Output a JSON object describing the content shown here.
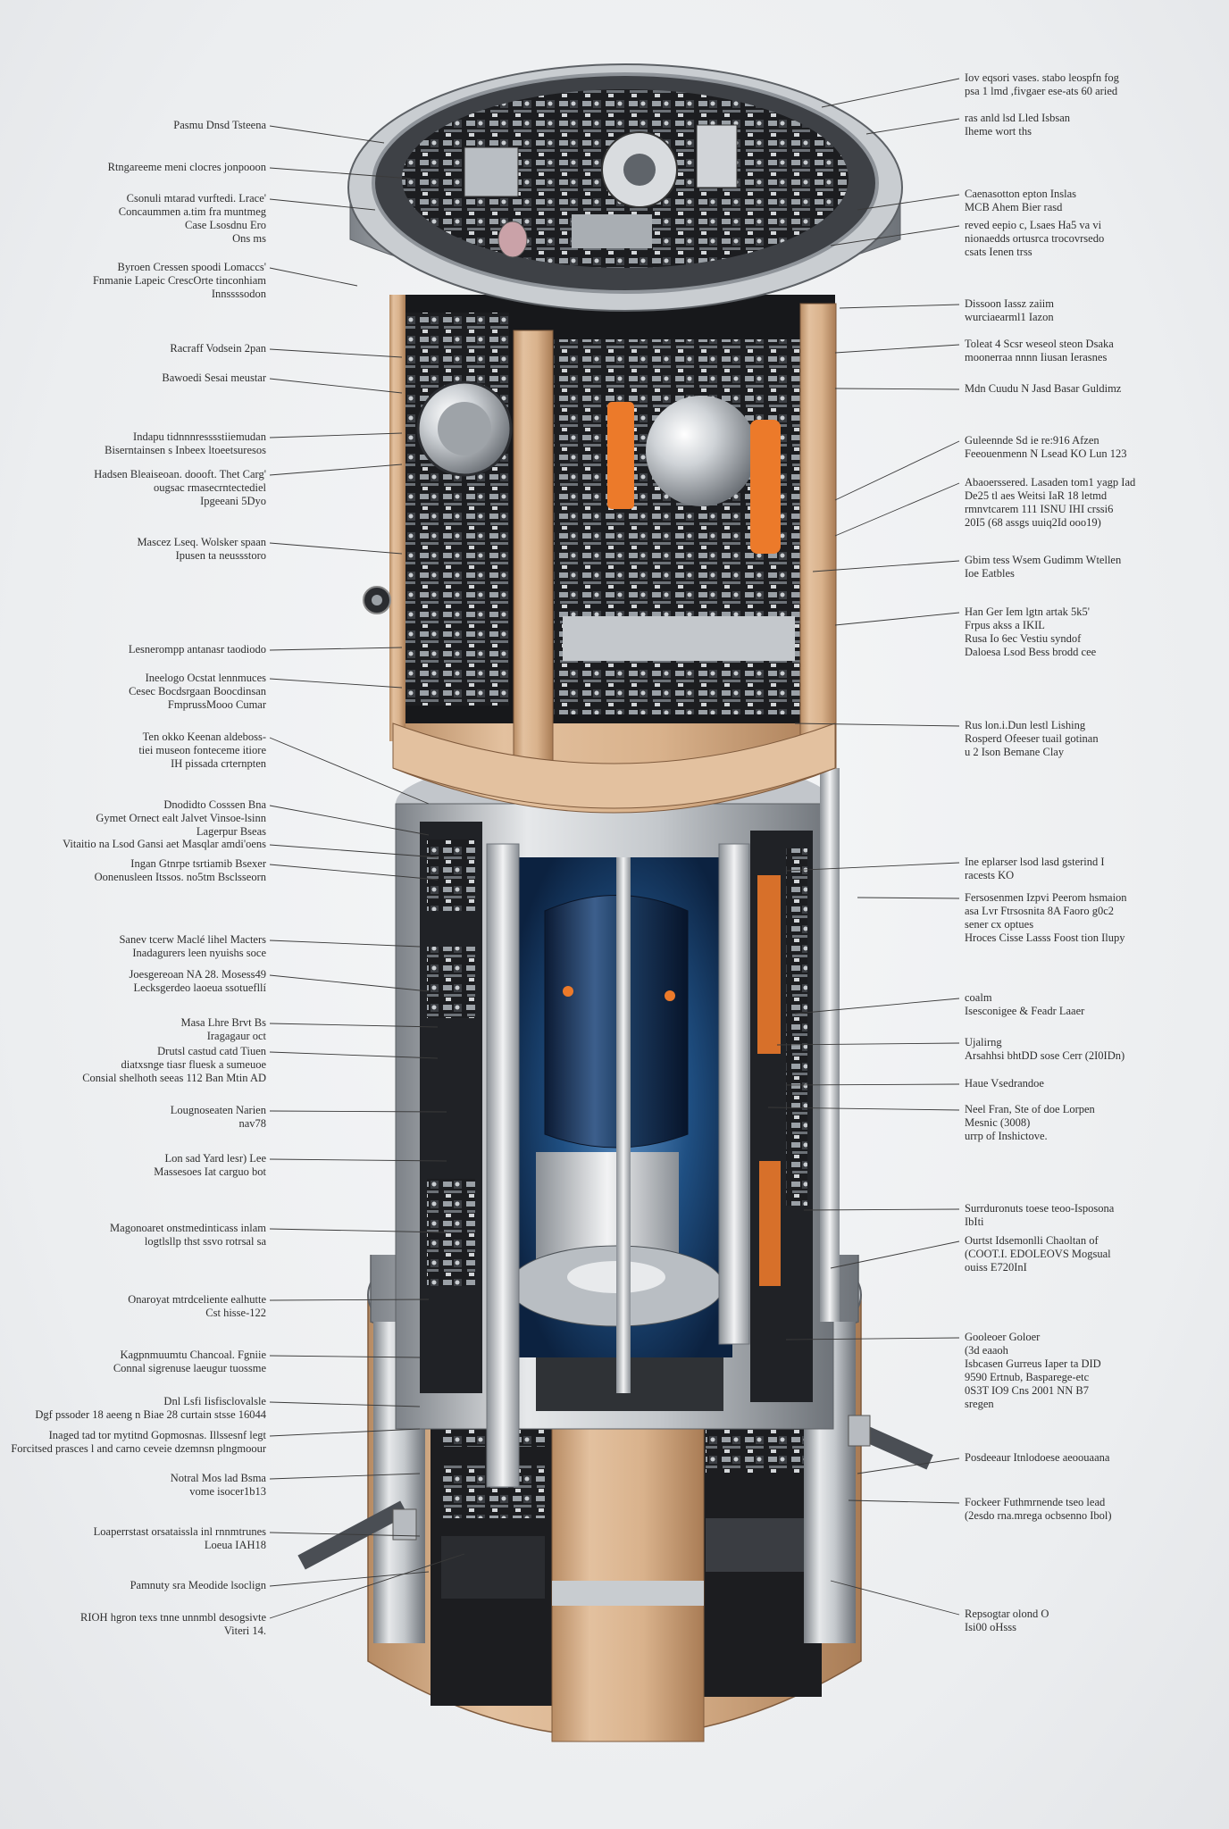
{
  "colors": {
    "background": "#eceef0",
    "wood": "#d9b28c",
    "wood_dark": "#b88c64",
    "metal": "#c4c8cc",
    "metal_dark": "#5d6166",
    "core_blue": "#1d3d63",
    "accent_orange": "#ec7a2a",
    "leader_line": "#3a3a3a"
  },
  "labels_left": [
    "Pasmu Dnsd Tsteena",
    "Rtngareeme meni clocres jonpooon",
    "Csonuli mtarad vurftedi. Lrace'\nConcaummen a.tim fra muntmeg\nCase Lsosdnu Ero\nOns ms",
    "Byroen Cressen spoodi Lomaccs'\nFnmanie Lapeic CrescOrte tinconhiam\nInnssssodon",
    "Racraff Vodsein 2pan",
    "Bawoedi Sesai meustar",
    "Indapu tidnnnresssstiiemudan\nBiserntainsen s Inbeex ltoeetsuresos",
    "Hadsen Bleaiseoan. doooft. Thet Carg'\nougsac rmasecrntectediel\nIpgeeani 5Dyo",
    "Mascez Lseq. Wolsker spaan\nIpusen ta neussstoro",
    "Lesnerompp antanasr taodiodo",
    "Ineelogo Ocstat lennmuces\nCesec Bocdsrgaan Boocdinsan\nFmprussMooo Cumar",
    "Ten okko Keenan aldeboss-\ntiei museon fonteceme itiore\nIH pissada crternpten",
    "Dnodidto Cosssen Bna\nGymet Ornect ealt Jalvet Vinsoe-lsinn\nLagerpur Bseas",
    "Vitaitio na Lsod Gansi aet Masqlar amdi'oens",
    "Ingan Gtnrpe tsrtiamib Bsexer\nOonenusleen Itssos. no5tm Bsclsseorn",
    "Sanev tcerw Maclé lihel Macters\nInadagurers leen nyuishs soce",
    "Joesgereoan NA 28. Mosess49\nLecksgerdeo laoeua ssotuefllí",
    "Masa Lhre Brvt Bs\nIragagaur oct",
    "Drutsl castud catd Tiuen\ndiatxsnge tiasr fluesk a sumeuoe\nConsial shelhoth seeas 112 Ban Mtin AD",
    "Lougnoseaten Narien\nnav78",
    "Lon sad Yard lesr) Lee\nMassesoes Iat carguo bot",
    "Magonoaret onstmedinticass inlam\nlogtlsllp thst ssvo rotrsal sa",
    "Onaroyat mtrdceliente ealhutte\nCst hisse-122",
    "Kagpnmuumtu Chancoal. Fgniie\nConnal sigrenuse laeugur tuossme",
    "Dnl Lsfi Iisfisclovalsle\nDgf pssoder 18 aeeng n Biae 28 curtain stsse 16044",
    "Inaged tad tor mytitnd Gopmosnas. Illssesnf legt\nForcitsed prasces l and carno ceveie dzemnsn plngmoour",
    "Notral Mos lad Bsma\nvome isocer1b13",
    "Loaperrstast orsataissla inl rnnmtrunes\nLoeua IAH18",
    "Pamnuty sra Meodide lsoclign",
    "RIOH hgron texs tnne unnmbl desogsivte\nViteri 14."
  ],
  "labels_right": [
    "Iov eqsori vases. stabo leospfn fog\npsa 1 lmd ,fivgaer ese-ats 60 aried",
    "ras anld lsd Lled Isbsan\nIheme wort ths",
    "Caenasotton epton Inslas\nMCB Ahem Bier rasd",
    "reved eepio c, Lsaes Ha5 va vi\nnionaedds ortusrca trocovrsedo\ncsats Ienen trss",
    "Dissoon Iassz zaiim\nwurciaearml1 Iazon",
    "Toleat 4 Scsr weseol steon Dsaka\nmoonerraa nnnn Iiusan Ierasnes",
    "Mdn Cuudu N Jasd Basar Guldimz",
    "Guleennde Sd ie re:916 Afzen\nFeeouenmenn N Lsead KO Lun 123",
    "Abaoerssered. Lasaden tom1 yagp Iad\nDe25 tl aes Weitsi IaR 18 letmd\nrmnvtcarem 111 ISNU IHI crssi6\n20I5 (68 assgs uuiq2Id ooo19)",
    "Gbim tess Wsem Gudimm Wtellen\nIoe Eatbles",
    "Han Ger Iem lgtn artak 5k5'\nFrpus akss a IKIL\nRusa Io 6ec Vestiu syndof\nDaloesa Lsod Bess brodd cee",
    "Rus lon.i.Dun lestl Lishing\nRosperd Ofeeser tuail gotinan\nu 2 Ison Bemane Clay",
    "Ine eplarser lsod lasd gsterind I\nracests KO",
    "Fersosenmen Izpvi Peerom hsmaion\nasa Lvr Ftrsosnita 8A Faoro g0c2\nsener cx optues\nHroces Cisse Lasss Foost tion Ilupy",
    "coalm\nIsesconigee & Feadr Laaer",
    "Ujalirng\nArsahhsi bhtDD sose Cerr (2I0IDn)",
    "Haue Vsedrandoe",
    "Neel Fran, Ste of doe Lorpen\nMesnic (3008)\nurrp of Inshictove.",
    "Surrduronuts toese teoo-Isposona\nIbIti",
    "Ourtst Idsemonlli Chaoltan of\n(COOT.I. EDOLEOVS Mogsual\nouiss E720InI",
    "Gooleoer Goloer\n(3d eaaoh\nIsbcasen Gurreus Iaper ta DID\n9590 Ertnub, Basparege-etc\n0S3T IO9 Cns 2001 NN B7\nsregen",
    "Posdeeaur Itnlodoese aeoouaana",
    "Fockeer Futhmrnende tseo lead\n(2esdo rna.mrega ocbsenno Ibol)",
    "Repsogtar olond O\nIsi00 oHsss"
  ]
}
